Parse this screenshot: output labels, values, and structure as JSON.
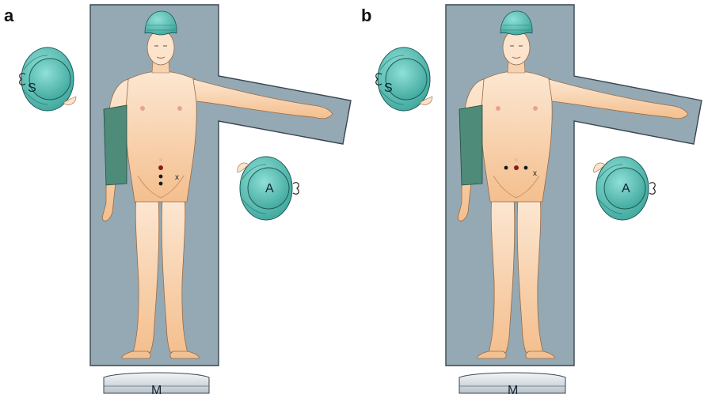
{
  "panels": [
    {
      "label": "a",
      "surgeon_label": "S",
      "assistant_label": "A",
      "monitor_label": "M",
      "x_mark": "x"
    },
    {
      "label": "b",
      "surgeon_label": "S",
      "assistant_label": "A",
      "monitor_label": "M",
      "x_mark": "x"
    }
  ],
  "colors": {
    "table": "#94a9b3",
    "table_stroke": "#3a4650",
    "skin_light": "#fce5cc",
    "skin_dark": "#f3c495",
    "cap": "#5fc7bd",
    "drape": "#4e8b78",
    "port_primary": "#8c1c1c",
    "port_secondary": "#1a1a1a"
  }
}
